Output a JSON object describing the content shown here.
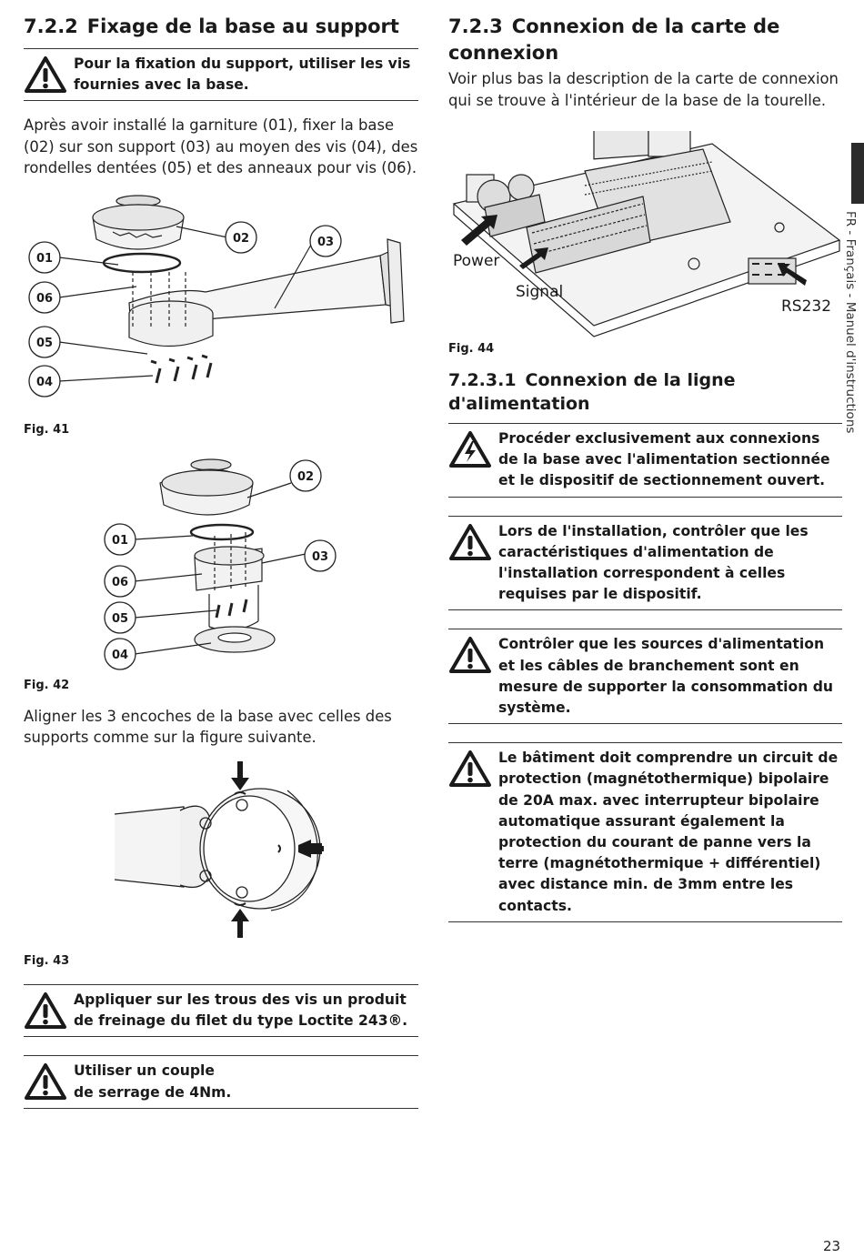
{
  "left": {
    "heading_num": "7.2.2",
    "heading_text": "Fixage de la base au support",
    "warn1": "Pour la fixation du support, utiliser les vis fournies avec la base.",
    "para1": "Après avoir installé la garniture (01), fixer la base (02) sur son support (03) au moyen des vis (04), des rondelles dentées (05) et des anneaux pour vis (06).",
    "fig41": {
      "caption": "Fig. 41",
      "labels": [
        "01",
        "06",
        "05",
        "04",
        "02",
        "03"
      ]
    },
    "fig42": {
      "caption": "Fig. 42",
      "labels": [
        "01",
        "06",
        "05",
        "04",
        "02",
        "03"
      ]
    },
    "para2": "Aligner les 3 encoches de la base avec celles des supports comme sur la figure suivante.",
    "fig43": {
      "caption": "Fig. 43"
    },
    "warn2": "Appliquer sur les trous des vis un produit de freinage du filet du type Loctite 243®.",
    "warn3_line1": "Utiliser un couple",
    "warn3_line2": "de serrage de 4Nm."
  },
  "right": {
    "heading_num": "7.2.3",
    "heading_text": "Connexion de la carte de connexion",
    "para1": "Voir plus bas la description de la carte de connexion qui se trouve à l'intérieur de la base de la tourelle.",
    "fig44": {
      "caption": "Fig. 44",
      "label_power": "Power",
      "label_signal": "Signal",
      "label_rs232": "RS232"
    },
    "sub_num": "7.2.3.1",
    "sub_text": "Connexion de la ligne d'alimentation",
    "warn_shock": "Procéder exclusivement aux connexions de la base avec l'alimentation sectionnée et le dispositif de sectionnement ouvert.",
    "warn_a": "Lors de l'installation, contrôler que les caractéristiques d'alimentation de l'installation correspondent à celles requises par le dispositif.",
    "warn_b": "Contrôler que les sources d'alimentation et les câbles de branchement sont en mesure de supporter la consommation du système.",
    "warn_c": "Le bâtiment doit comprendre un circuit de protection (magnétothermique) bipolaire de 20A max. avec interrupteur bipolaire automatique assurant également la protection du courant de panne vers la terre (magnétothermique + différentiel) avec distance min. de 3mm entre les contacts."
  },
  "side_label": "FR - Français - Manuel d'instructions",
  "page_number": "23"
}
